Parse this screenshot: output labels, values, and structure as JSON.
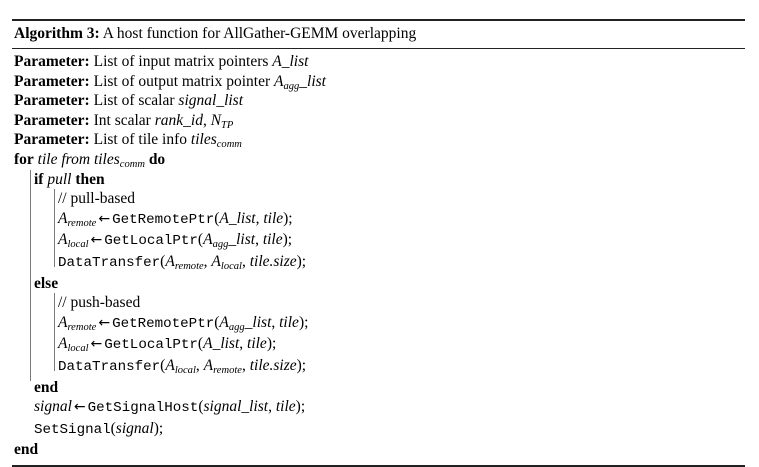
{
  "algorithm": {
    "label": "Algorithm 3:",
    "title": "A host function for AllGather-GEMM overlapping",
    "parameters": [
      {
        "keyword": "Parameter:",
        "text": "List of input matrix pointers",
        "var": "A_list"
      },
      {
        "keyword": "Parameter:",
        "text": "List of output matrix pointer",
        "var": "A_agg_list"
      },
      {
        "keyword": "Parameter:",
        "text": "List of scalar",
        "var": "signal_list"
      },
      {
        "keyword": "Parameter:",
        "text": "Int scalar",
        "var": "rank_id, N_TP"
      },
      {
        "keyword": "Parameter:",
        "text": "List of tile info",
        "var": "tiles_comm"
      }
    ],
    "lines": {
      "for_kw": "for",
      "for_expr": "tile from",
      "for_iterable_base": "tiles",
      "for_iterable_sub": "comm",
      "do_kw": "do",
      "if_kw": "if",
      "if_cond": "pull",
      "then_kw": "then",
      "else_kw": "else",
      "end_kw": "end",
      "comment_pull": "// pull-based",
      "comment_push": "// push-based",
      "a_base": "A",
      "sub_remote": "remote",
      "sub_local": "local",
      "sub_agg": "agg",
      "arrow": "←",
      "fn_get_remote_ptr": "GetRemotePtr",
      "fn_get_local_ptr": "GetLocalPtr",
      "fn_data_transfer": "DataTransfer",
      "fn_get_signal_host": "GetSignalHost",
      "fn_set_signal": "SetSignal",
      "arg_a_list": "A_list",
      "arg_a_agg_list_base": "A",
      "arg_a_agg_list_tail": "_list",
      "arg_tile": "tile",
      "arg_tile_size": "tile.size",
      "arg_signal_list": "signal_list",
      "var_signal": "signal",
      "open_paren": "(",
      "close_paren": ")",
      "comma": ", ",
      "semicolon": ";",
      "n_base": "N",
      "n_sub": "TP"
    }
  }
}
